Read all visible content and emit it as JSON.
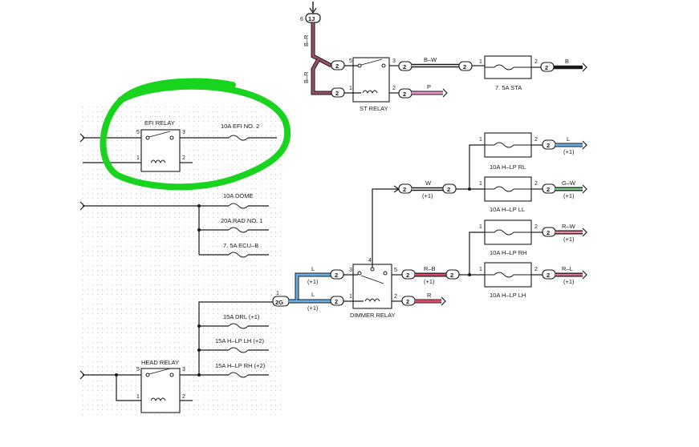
{
  "colors": {
    "highlight_circle": "#19d41f",
    "wire_black": "#1a1a1a",
    "wire_blue": "#6ab0e8",
    "wire_pink": "#ee92cc",
    "wire_red": "#e24a6a",
    "wire_brown": "#9a5064",
    "wire_green": "#3fae4a",
    "wire_violet": "#c79ad6"
  },
  "connector_top": {
    "pin": "6",
    "id": "1J"
  },
  "connector_main": {
    "pin": "1",
    "id": "2G"
  },
  "components": {
    "efi_relay": {
      "label": "EFI RELAY",
      "pins": [
        "5",
        "3",
        "1",
        "2"
      ]
    },
    "head_relay": {
      "label": "HEAD RELAY",
      "pins": [
        "5",
        "3",
        "1",
        "2"
      ]
    },
    "st_relay": {
      "label": "ST RELAY",
      "pins": [
        "5",
        "3",
        "1",
        "2"
      ]
    },
    "dimmer_relay": {
      "label": "DIMMER RELAY",
      "pins": [
        "4",
        "3",
        "5",
        "1",
        "2"
      ]
    }
  },
  "fuses": {
    "efi_no2": "10A EFI NO. 2",
    "dome": "10A DOME",
    "rad_no1": "20A RAD NO. 1",
    "ecu_b": "7. 5A ECU–B",
    "drl": "15A DRL (+1)",
    "hlp_lh2": "15A H–LP LH (+2)",
    "hlp_rh2": "15A H–LP RH (+2)",
    "sta": "7. 5A STA",
    "hlp_rl": "10A H–LP RL",
    "hlp_ll": "10A H–LP LL",
    "hlp_rh": "10A H–LP RH",
    "hlp_lh": "10A H–LP LH"
  },
  "connector_label": "2",
  "fuse_pins": [
    "1",
    "2"
  ],
  "wires": {
    "b_r": "B–R",
    "b_w": "B–W",
    "b": "B",
    "p": "P",
    "l": "L",
    "plus1": "(+1)",
    "w": "W",
    "g_w": "G–W",
    "r_w": "R–W",
    "r_l": "R–L",
    "r_b": "R–B",
    "r": "R"
  }
}
